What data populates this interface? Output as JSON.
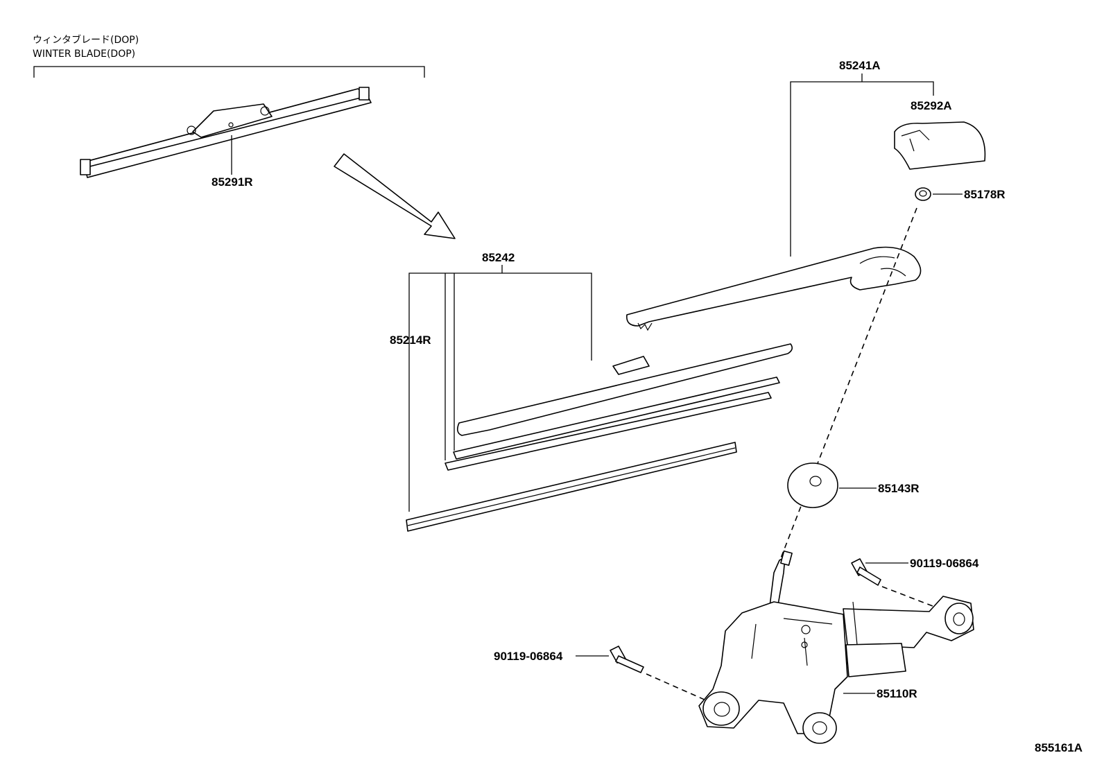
{
  "header": {
    "title_jp": "ウィンタブレード(DOP)",
    "title_en": "WINTER BLADE(DOP)"
  },
  "parts": {
    "winter_blade": "85291R",
    "arm_assembly": "85241A",
    "arm_cover": "85292A",
    "nut": "85178R",
    "blade_assembly": "85242",
    "blade_rubber": "85214R",
    "grommet": "85143R",
    "bolt_upper": "90119-06864",
    "bolt_lower": "90119-06864",
    "motor": "85110R"
  },
  "figure_id": "855161A"
}
